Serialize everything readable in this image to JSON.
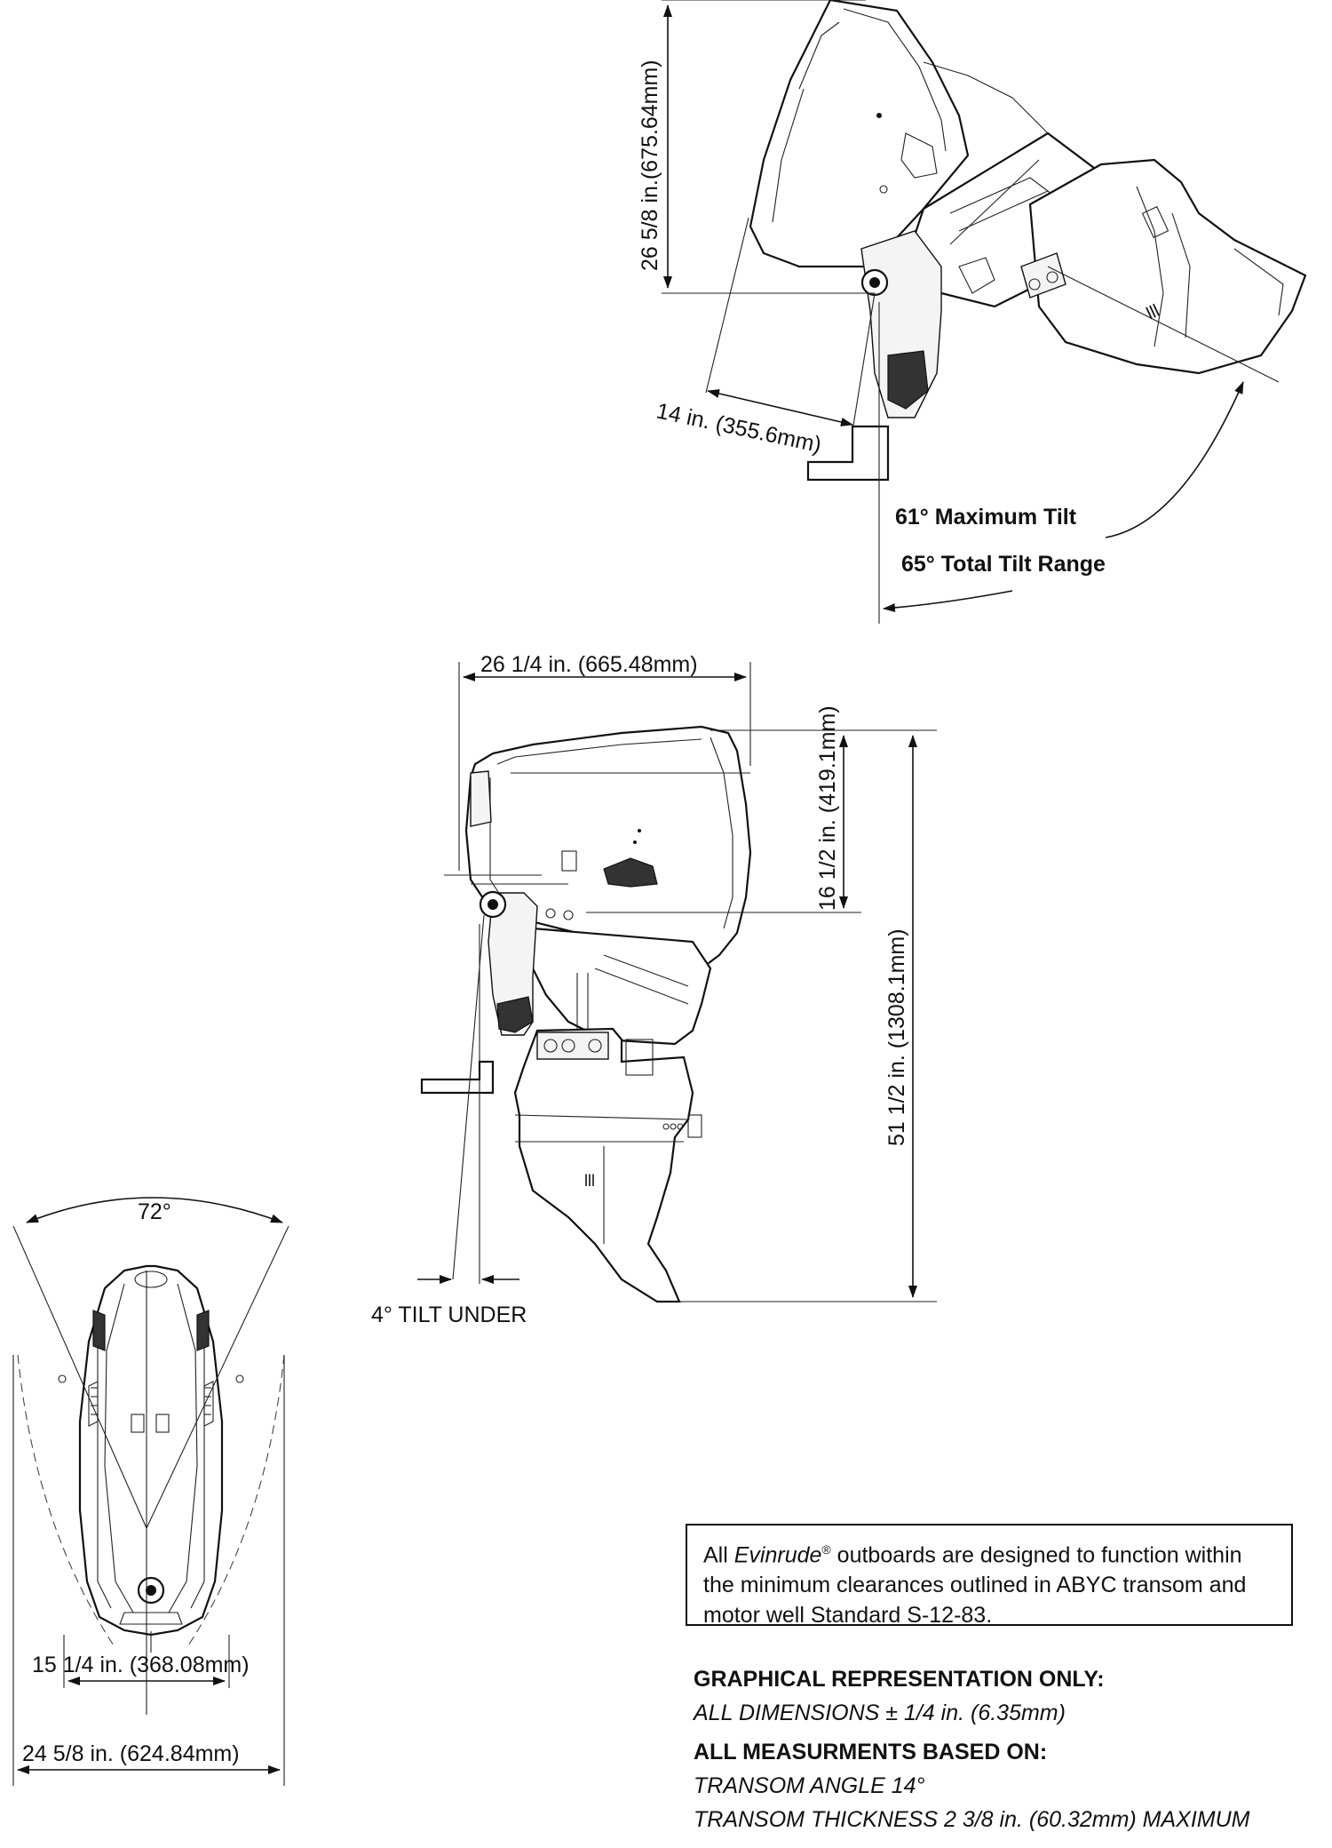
{
  "labels": {
    "tilted_height": "26 5/8 in.(675.64mm)",
    "tilted_reach": "14 in. (355.6mm)",
    "max_tilt": "61° Maximum Tilt",
    "total_tilt": "65° Total Tilt Range",
    "side_width": "26 1/4 in. (665.48mm)",
    "side_upper_height": "16 1/2 in. (419.1mm)",
    "side_total_height": "51 1/2 in. (1308.1mm)",
    "tilt_under": "4° TILT UNDER",
    "steer_angle": "72°",
    "top_inner_width": "15 1/4 in. (368.08mm)",
    "top_outer_width": "24 5/8 in. (624.84mm)"
  },
  "note": {
    "prefix": "All ",
    "brand": "Evinrude",
    "reg": "®",
    "rest": " outboards are designed to function within the minimum clearances outlined in ABYC transom and motor well Standard S-12-83."
  },
  "specs": {
    "heading1": "GRAPHICAL REPRESENTATION ONLY:",
    "line1": "ALL DIMENSIONS ± 1/4 in. (6.35mm)",
    "heading2": "ALL MEASURMENTS BASED ON:",
    "line2": "TRANSOM ANGLE 14°",
    "line3": "TRANSOM THICKNESS 2 3/8 in. (60.32mm) MAXIMUM"
  }
}
